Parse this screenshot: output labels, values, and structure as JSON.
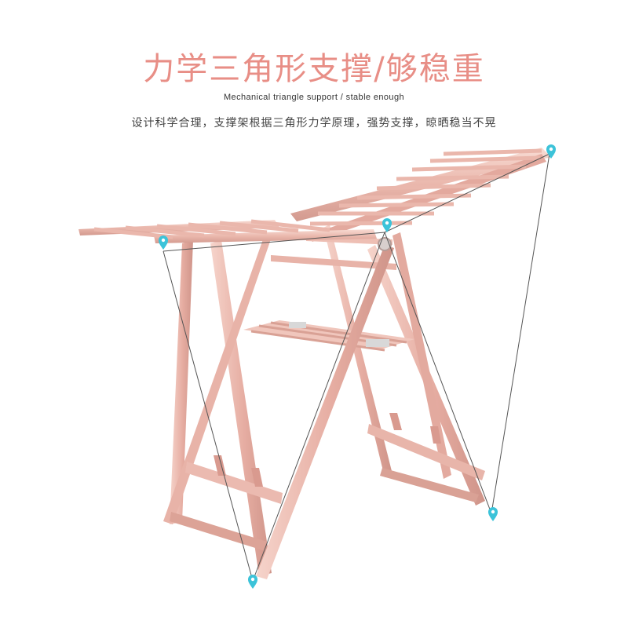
{
  "header": {
    "title": "力学三角形支撑/够稳重",
    "subtitle": "Mechanical triangle support / stable enough",
    "description": "设计科学合理，支撑架根据三角形力学原理，强势支撑，晾晒稳当不晃"
  },
  "colors": {
    "title": "#e88e86",
    "frame_light": "#f3cfc6",
    "frame_mid": "#e8b3a8",
    "frame_dark": "#c98b80",
    "line": "#555555",
    "marker": "#3cc3d9"
  },
  "product": {
    "name": "pink-aluminum-folding-drying-rack"
  },
  "markers": [
    {
      "icon": "location-pin-icon"
    },
    {
      "icon": "location-pin-icon"
    },
    {
      "icon": "location-pin-icon"
    },
    {
      "icon": "location-pin-icon"
    },
    {
      "icon": "location-pin-icon"
    }
  ]
}
